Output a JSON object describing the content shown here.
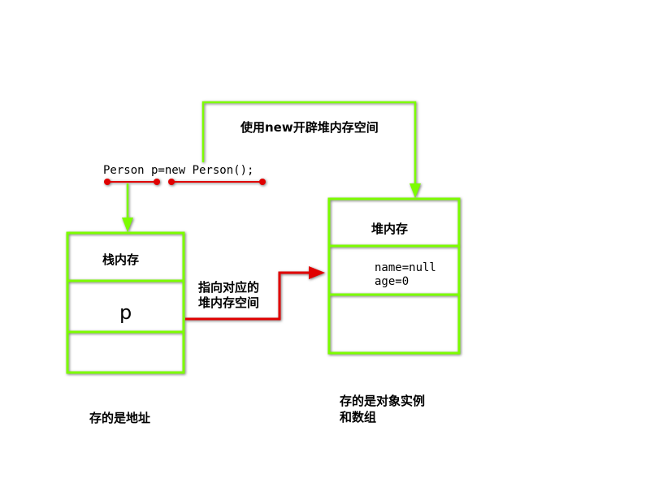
{
  "code_statement": "Person p=new Person();",
  "new_arrow_label": "使用new开辟堆内存空间",
  "stack": {
    "title": "栈内存",
    "variable": "p",
    "caption": "存的是地址"
  },
  "pointer_label": {
    "line1": "指向对应的",
    "line2": "堆内存空间"
  },
  "heap": {
    "title": "堆内存",
    "field1": "name=null",
    "field2": "age=0",
    "caption_line1": "存的是对象实例",
    "caption_line2": "和数组"
  },
  "colors": {
    "box_border": "#7cfc00",
    "arrow_green": "#7cfc00",
    "pointer_red": "#e00000",
    "text": "#000000"
  }
}
